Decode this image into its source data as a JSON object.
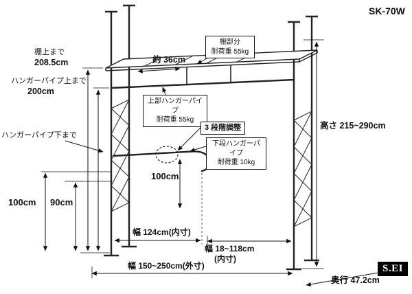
{
  "title": {
    "model": "SK-70W",
    "brand": "S.EI"
  },
  "left_dims": {
    "shelf_top_label": "棚上まで",
    "shelf_top_value": "208.5cm",
    "pipe_top_label": "ハンガーパイプ上まで",
    "pipe_top_value": "200cm",
    "pipe_bottom_label": "ハンガーパイプ下まで",
    "floor_to_pipe_outer": "100cm",
    "floor_to_pipe_inner": "90cm"
  },
  "center_dims": {
    "shelf_depth": "約 36cm",
    "hanging_height": "100cm",
    "width_inner_left": "幅 124cm(内寸)",
    "width_inner_right_line1": "幅 18~118cm",
    "width_inner_right_line2": "(内寸)",
    "width_outer": "幅 150~250cm(外寸)"
  },
  "right_dims": {
    "height_range": "高さ 215~290cm",
    "depth": "奥行 47.2cm"
  },
  "callouts": {
    "shelf_line1": "棚部分",
    "shelf_line2": "耐荷重 55kg",
    "upper_pipe_line1": "上部ハンガーパイプ",
    "upper_pipe_line2": "耐荷重 55kg",
    "adjustment": "3 段階調整",
    "lower_pipe_line1": "下段ハンガーパイプ",
    "lower_pipe_line2": "耐荷重 10kg"
  }
}
